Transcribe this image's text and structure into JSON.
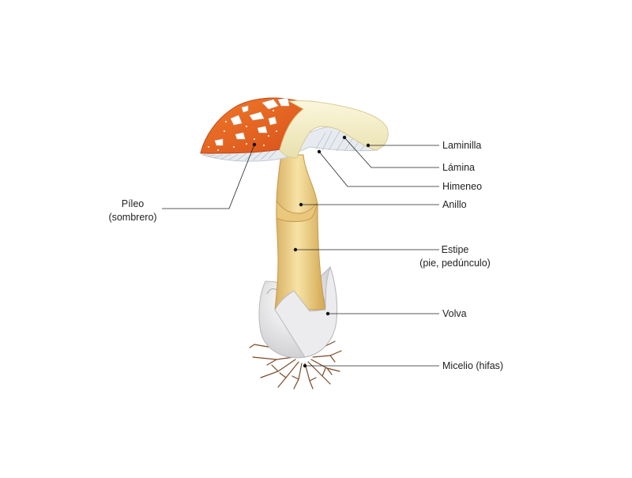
{
  "labels": {
    "pileo": "Píleo",
    "pileo_sub": "(sombrero)",
    "laminilla": "Laminilla",
    "lamina": "Lámina",
    "himeneo": "Himeneo",
    "anillo": "Anillo",
    "estipe": "Estipe",
    "estipe_sub": "(pie, pedúnculo)",
    "volva": "Volva",
    "micelio": "Micelio (hifas)"
  },
  "colors": {
    "cap_orange": "#e8621c",
    "cap_spots": "#ffffff",
    "stipe": "#f2d48c",
    "stipe_shadow": "#d6ad5a",
    "gills": "#e7ebf0",
    "cap_flesh": "#f4efc8",
    "volva": "#e9e9ea",
    "mycelium": "#7a4a2a",
    "leader_line": "#222222"
  }
}
